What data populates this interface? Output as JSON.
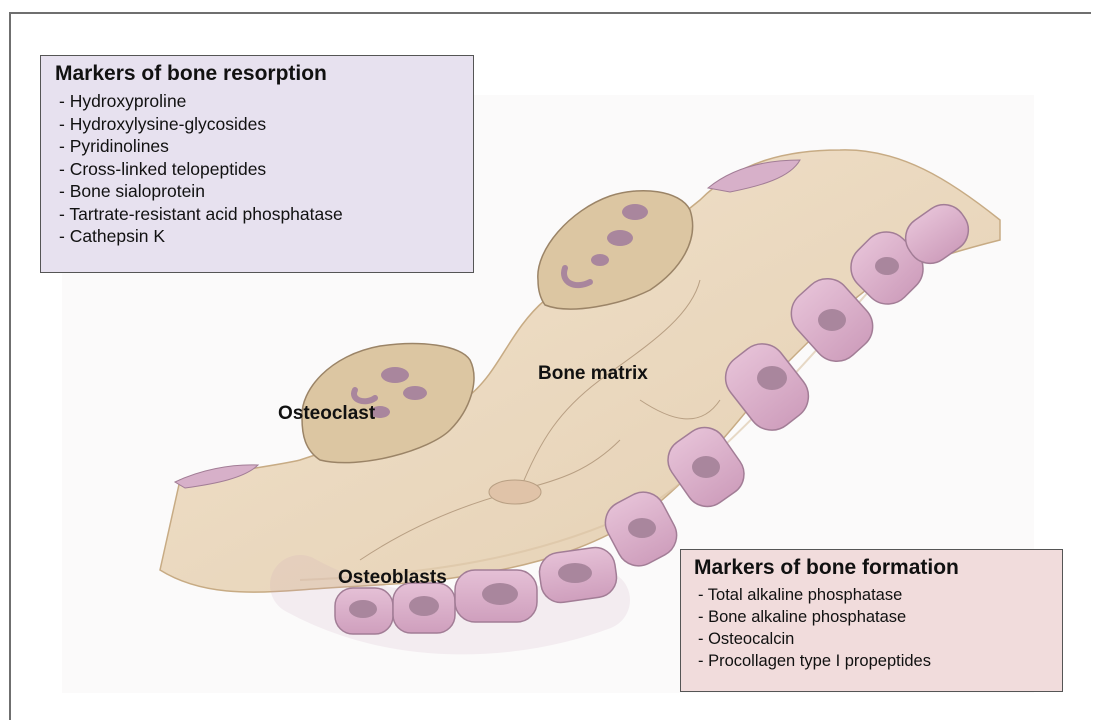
{
  "resorption": {
    "title": "Markers of bone resorption",
    "items": [
      "- Hydroxyproline",
      "- Hydroxylysine-glycosides",
      "- Pyridinolines",
      "- Cross-linked telopeptides",
      "- Bone sialoprotein",
      "- Tartrate-resistant acid phosphatase",
      "- Cathepsin K"
    ]
  },
  "formation": {
    "title": "Markers of bone formation",
    "items": [
      "- Total alkaline phosphatase",
      "- Bone alkaline phosphatase",
      "- Osteocalcin",
      "- Procollagen type I propeptides"
    ]
  },
  "labels": {
    "bone_matrix": "Bone matrix",
    "osteoclast": "Osteoclast",
    "osteoblasts": "Osteoblasts"
  },
  "colors": {
    "bone": "#ead8c0",
    "osteoclast": "#dcc6a2",
    "osteoblast_cell": "#dcb1cc",
    "nucleus": "#a9869d",
    "resorption_box": "#e7e1ef",
    "formation_box": "#f1dcdc"
  }
}
